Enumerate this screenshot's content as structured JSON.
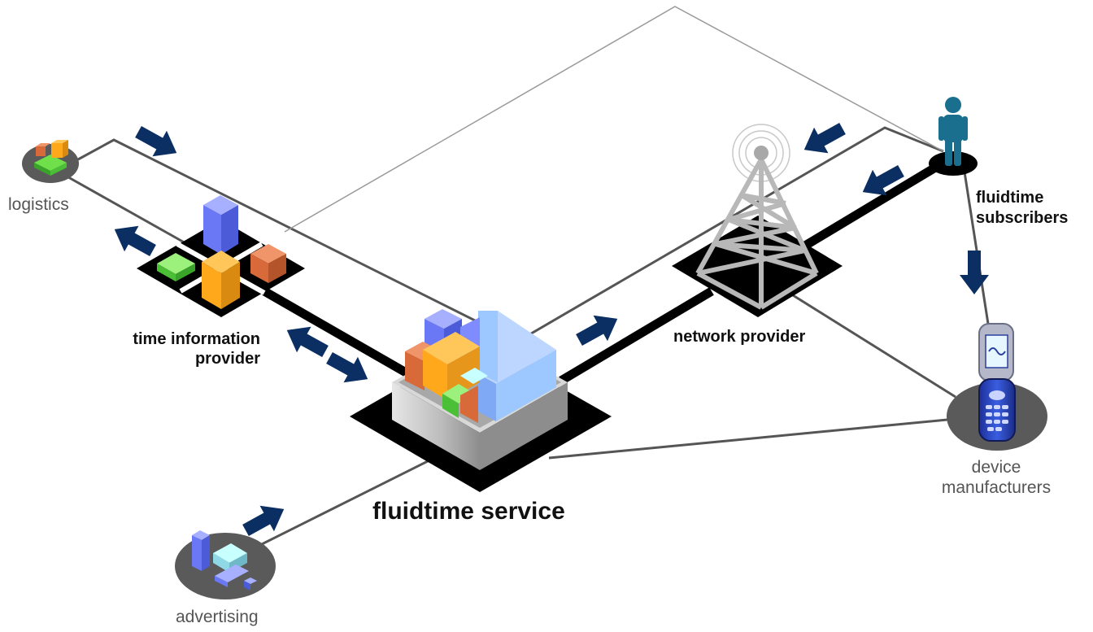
{
  "labels": {
    "logistics": "logistics",
    "time_info_line1": "time information",
    "time_info_line2": "provider",
    "service": "fluidtime service",
    "network": "network provider",
    "subscribers_line1": "fluidtime",
    "subscribers_line2": "subscribers",
    "device_line1": "device",
    "device_line2": "manufacturers",
    "advertising": "advertising"
  },
  "colors": {
    "arrow": "#0b2f63",
    "pad": "#000000",
    "disc": "#5a5a5a",
    "line": "#555555",
    "thin_line": "#9a9a9a",
    "box_blue": "#7f8cff",
    "box_orange": "#ffa81c",
    "box_green": "#6fe04a",
    "box_rust": "#d86a3a",
    "light_blue": "#9cc7ff",
    "tower": "#b8b8b8",
    "person": "#1a6f8f"
  },
  "icons": {
    "arrow": "bold-arrow-icon",
    "tower": "radio-tower-icon",
    "person": "person-icon",
    "phone": "mobile-phone-icon"
  }
}
